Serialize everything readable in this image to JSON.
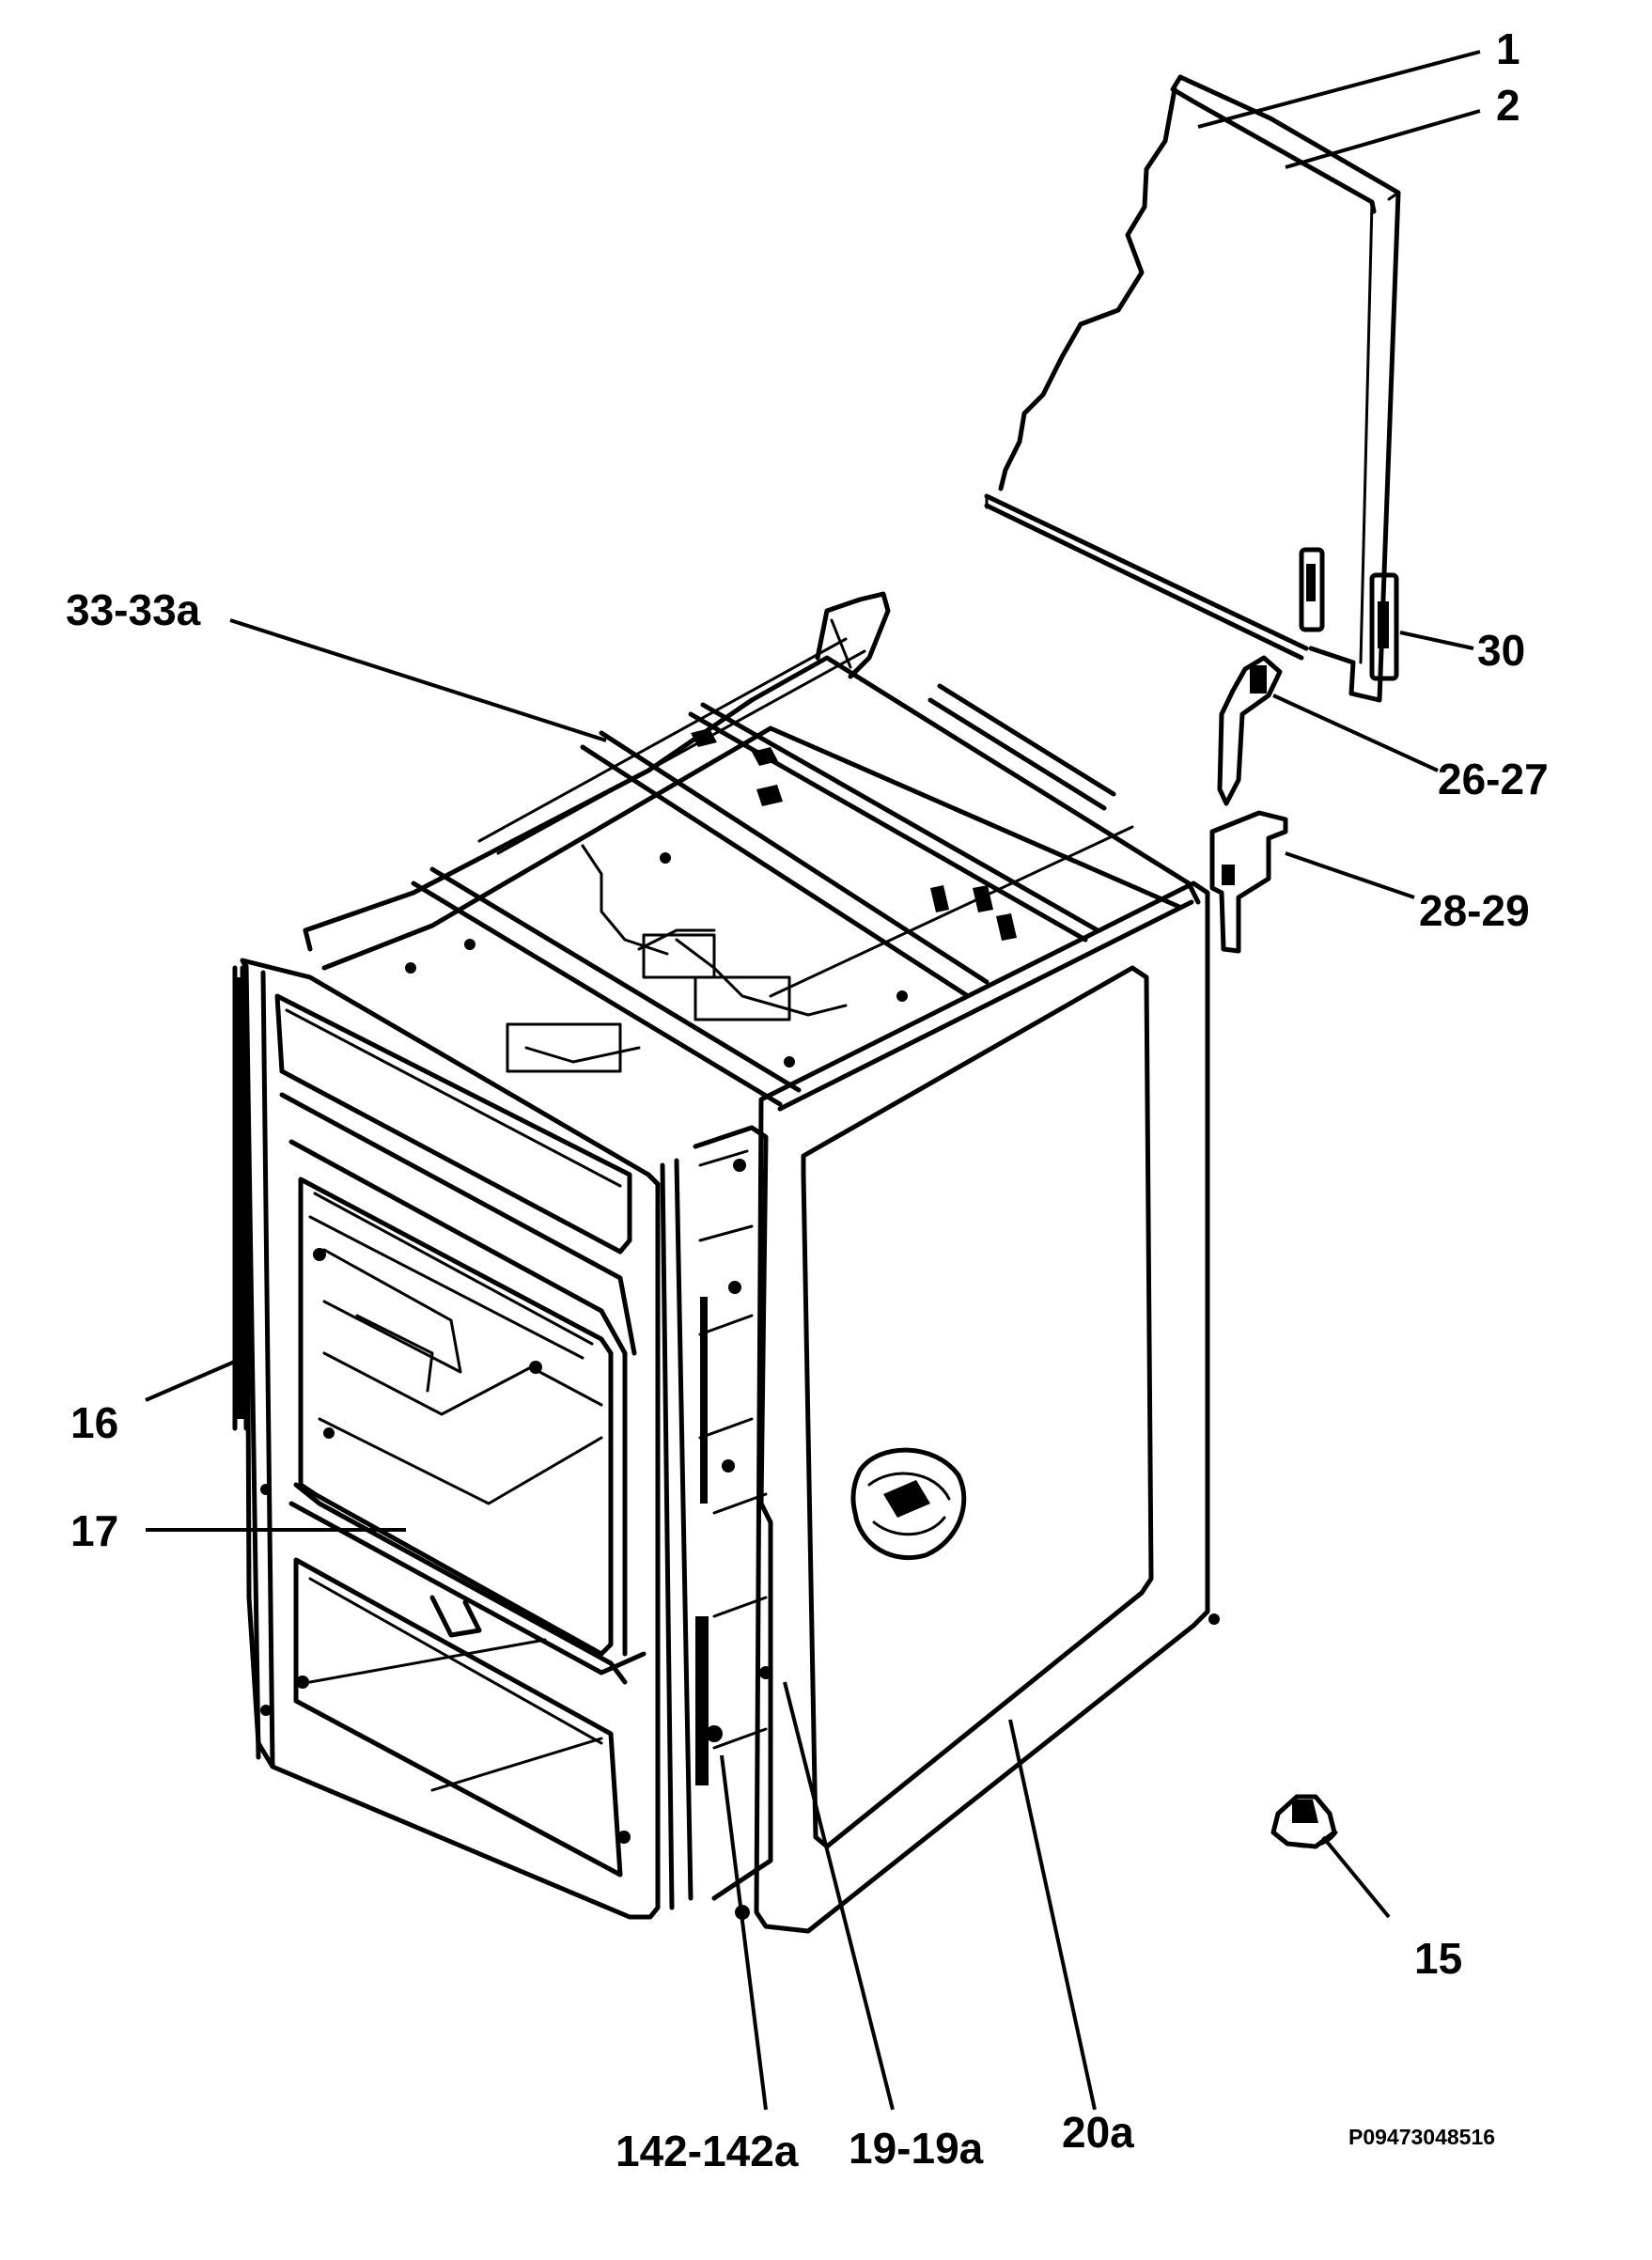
{
  "drawing_code": "P09473048516",
  "callouts": [
    {
      "id": "1",
      "text": "1"
    },
    {
      "id": "2",
      "text": "2"
    },
    {
      "id": "30",
      "text": "30"
    },
    {
      "id": "26-27",
      "text": "26-27"
    },
    {
      "id": "28-29",
      "text": "28-29"
    },
    {
      "id": "33-33a",
      "text": "33-33a"
    },
    {
      "id": "16",
      "text": "16"
    },
    {
      "id": "17",
      "text": "17"
    },
    {
      "id": "15",
      "text": "15"
    },
    {
      "id": "142-142a",
      "text": "142-142a"
    },
    {
      "id": "19-19a",
      "text": "19-19a"
    },
    {
      "id": "20a",
      "text": "20a"
    }
  ]
}
